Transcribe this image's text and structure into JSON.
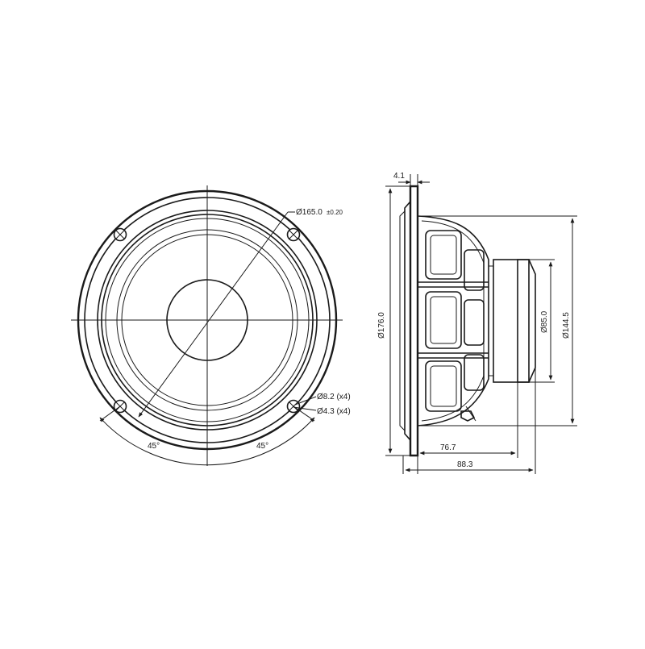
{
  "front_view": {
    "cutout_diameter": "Ø165.0",
    "cutout_tolerance": "±0.20",
    "hole_outer": "Ø8.2 (x4)",
    "hole_inner": "Ø4.3 (x4)",
    "angle_left": "45°",
    "angle_right": "45°"
  },
  "side_view": {
    "flange_thickness": "4.1",
    "outer_diameter": "Ø176.0",
    "magnet_diameter": "Ø85.0",
    "frame_diameter": "Ø144.5",
    "depth_to_magnet": "76.7",
    "total_depth": "88.3"
  }
}
